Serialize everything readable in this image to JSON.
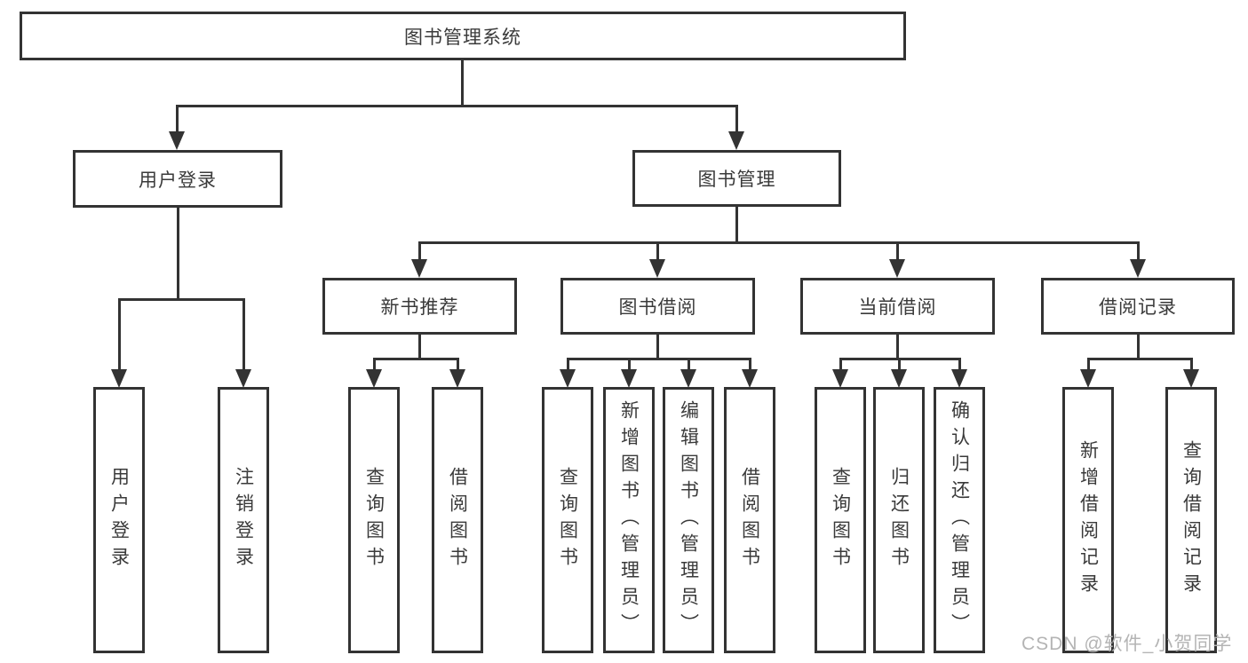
{
  "nodes": {
    "root": "图书管理系统",
    "level2": [
      "用户登录",
      "图书管理"
    ],
    "level3": [
      "新书推荐",
      "图书借阅",
      "当前借阅",
      "借阅记录"
    ],
    "leaves": [
      "用户登录",
      "注销登录",
      "查询图书",
      "借阅图书",
      "查询图书",
      "新增图书（管理员）",
      "编辑图书（管理员）",
      "借阅图书",
      "查询图书",
      "归还图书",
      "确认归还（管理员）",
      "新增借阅记录",
      "查询借阅记录"
    ]
  },
  "watermark": "CSDN @软件_小贺同学",
  "colors": {
    "line": "#333333",
    "text": "#3a3a3a",
    "watermark": "#b4b4b4",
    "background": "#ffffff"
  }
}
